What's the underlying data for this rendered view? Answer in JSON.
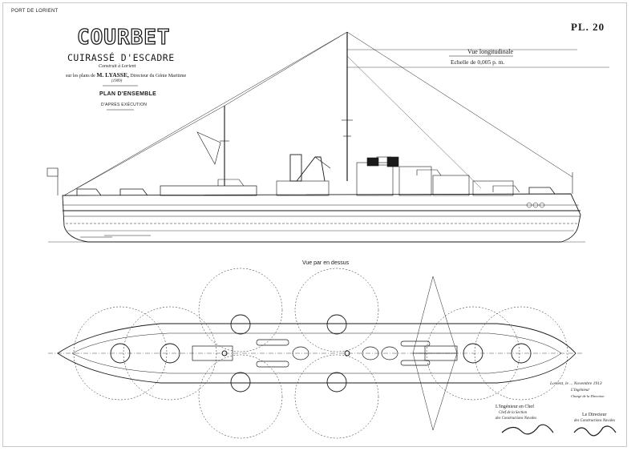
{
  "header": {
    "port": "PORT DE LORIENT",
    "plate": "PL. 20"
  },
  "title_block": {
    "name": "COURBET",
    "subtitle": "CUIRASSÉ D'ESCADRE",
    "built_at": "Construit à Lorient",
    "plans_prefix": "sur les plans de",
    "plans_name": "M. LYASSE,",
    "plans_suffix": "Directeur du Génie Maritime",
    "year": "(1909)",
    "plan_label": "PLAN D'ENSEMBLE",
    "plan_note": "D'APRÈS EXÉCUTION"
  },
  "views": {
    "longitudinal": "Vue longitudinale",
    "scale": "Echelle de 0,005 p. m.",
    "top": "Vue par en dessus"
  },
  "signatures": {
    "date": "Lorient, le ... Novembre 1913",
    "engineer_title": "L'Ingénieur",
    "engineer_role": "Chargé de la Direction",
    "chief_title": "L'Ingénieur en Chef",
    "chief_role1": "Chef de la Section",
    "chief_role2": "des Constructions Navales",
    "director_title": "Le Directeur",
    "director_role": "des Constructions Navales"
  },
  "colors": {
    "ink": "#1a1a1a",
    "paper": "#ffffff"
  }
}
